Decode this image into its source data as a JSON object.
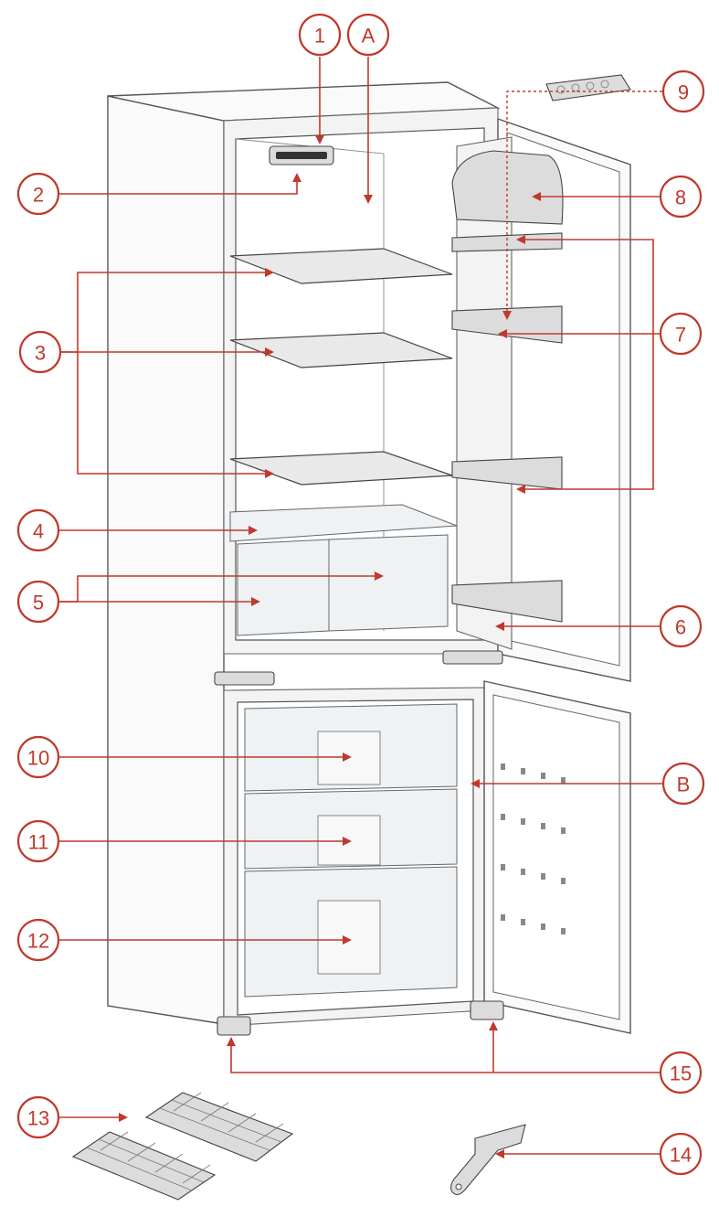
{
  "callouts": [
    {
      "id": "c1",
      "label": "1"
    },
    {
      "id": "cA",
      "label": "A"
    },
    {
      "id": "c2",
      "label": "2"
    },
    {
      "id": "c3",
      "label": "3"
    },
    {
      "id": "c4",
      "label": "4"
    },
    {
      "id": "c5",
      "label": "5"
    },
    {
      "id": "c6",
      "label": "6"
    },
    {
      "id": "c7",
      "label": "7"
    },
    {
      "id": "c8",
      "label": "8"
    },
    {
      "id": "c9",
      "label": "9"
    },
    {
      "id": "c10",
      "label": "10"
    },
    {
      "id": "c11",
      "label": "11"
    },
    {
      "id": "c12",
      "label": "12"
    },
    {
      "id": "cB",
      "label": "B"
    },
    {
      "id": "c13",
      "label": "13"
    },
    {
      "id": "c14",
      "label": "14"
    },
    {
      "id": "c15",
      "label": "15"
    }
  ],
  "colors": {
    "callout": "#c0392b",
    "line": "#555555"
  }
}
